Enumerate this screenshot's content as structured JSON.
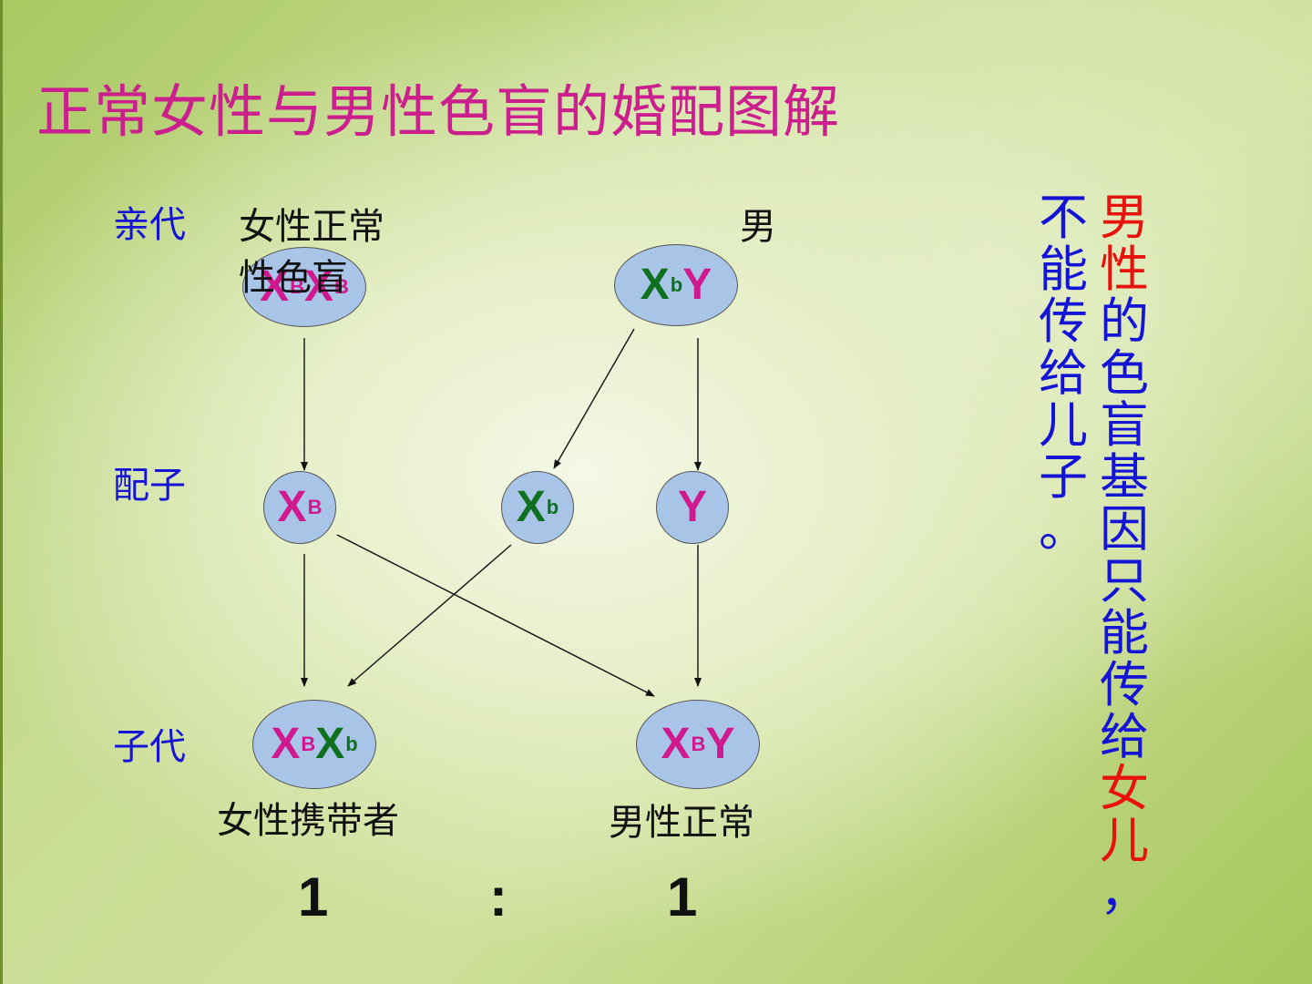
{
  "title": "正常女性与男性色盲的婚配图解",
  "labels": {
    "parent": "亲代",
    "gamete": "配子",
    "offspring": "子代"
  },
  "parent_female_desc_line1": "女性正常",
  "parent_female_desc_line2": "性色盲",
  "parent_male_desc": "男",
  "genotypes": {
    "parent_female": {
      "a": "X",
      "a_sup": "B",
      "b": "X",
      "b_sup": "B"
    },
    "parent_male": {
      "a": "X",
      "a_sup": "b",
      "b": "Y"
    },
    "gamete_female": {
      "a": "X",
      "a_sup": "B"
    },
    "gamete_male_x": {
      "a": "X",
      "a_sup": "b"
    },
    "gamete_male_y": {
      "a": "Y"
    },
    "child_female": {
      "a": "X",
      "a_sup": "B",
      "b": "X",
      "b_sup": "b"
    },
    "child_male": {
      "a": "X",
      "a_sup": "B",
      "b": "Y"
    }
  },
  "child_female_desc": "女性携带者",
  "child_male_desc": "男性正常",
  "ratio": {
    "left": "1",
    "sep": ":",
    "right": "1"
  },
  "side_note": {
    "col_right": [
      {
        "text": "男",
        "color": "#e8120c"
      },
      {
        "text": "性",
        "color": "#e8120c"
      },
      {
        "text": "的",
        "color": "#1414d6"
      },
      {
        "text": "色",
        "color": "#1414d6"
      },
      {
        "text": "盲",
        "color": "#1414d6"
      },
      {
        "text": "基",
        "color": "#1414d6"
      },
      {
        "text": "因",
        "color": "#1414d6"
      },
      {
        "text": "只",
        "color": "#1414d6"
      },
      {
        "text": "能",
        "color": "#1414d6"
      },
      {
        "text": "传",
        "color": "#1414d6"
      },
      {
        "text": "给",
        "color": "#1414d6"
      },
      {
        "text": "女",
        "color": "#e8120c"
      },
      {
        "text": "儿",
        "color": "#e8120c"
      },
      {
        "text": "，",
        "color": "#1414d6"
      }
    ],
    "col_left": [
      {
        "text": "不",
        "color": "#1414d6"
      },
      {
        "text": "能",
        "color": "#1414d6"
      },
      {
        "text": "传",
        "color": "#1414d6"
      },
      {
        "text": "给",
        "color": "#1414d6"
      },
      {
        "text": "儿",
        "color": "#1414d6"
      },
      {
        "text": "子",
        "color": "#1414d6"
      },
      {
        "text": "。",
        "color": "#1414d6"
      }
    ]
  },
  "colors": {
    "title": "#cc1f8e",
    "label": "#1414d6",
    "allele_B": "#d0188f",
    "allele_b": "#0f7020",
    "node_fill": "#a8c4e6"
  }
}
